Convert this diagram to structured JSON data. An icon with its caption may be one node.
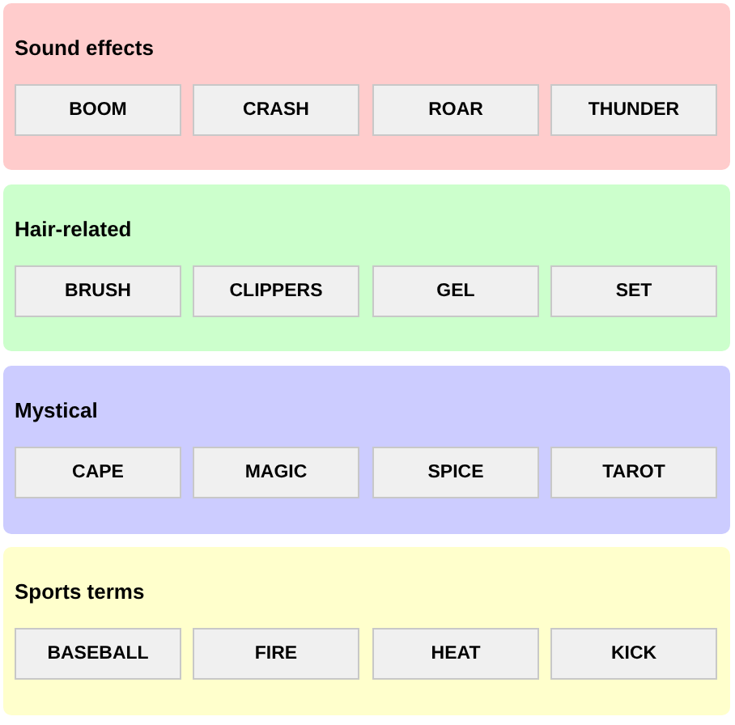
{
  "diagram": {
    "nodes": [
      {
        "text": [
          "Sound effects"
        ]
      },
      {
        "text": [
          "BOOM"
        ],
        "in": 0
      },
      {
        "text": [
          "CRASH"
        ],
        "in": 0
      },
      {
        "text": [
          "ROAR"
        ],
        "in": 0
      },
      {
        "text": [
          "THUNDER"
        ],
        "in": 0
      },
      {
        "text": [
          "Hair-related"
        ]
      },
      {
        "text": [
          "BRUSH"
        ],
        "in": 5
      },
      {
        "text": [
          "CLIPPERS"
        ],
        "in": 5
      },
      {
        "text": [
          "GEL"
        ],
        "in": 5
      },
      {
        "text": [
          "SET"
        ],
        "in": 5
      },
      {
        "text": [
          "Mystical"
        ]
      },
      {
        "text": [
          "CAPE"
        ],
        "in": 10
      },
      {
        "text": [
          "MAGIC"
        ],
        "in": 10
      },
      {
        "text": [
          "SPICE"
        ],
        "in": 10
      },
      {
        "text": [
          "TAROT"
        ],
        "in": 10
      },
      {
        "text": [
          "Sports terms"
        ]
      },
      {
        "text": [
          "BASEBALL"
        ],
        "in": 15
      },
      {
        "text": [
          "FIRE"
        ],
        "in": 15
      },
      {
        "text": [
          "HEAT"
        ],
        "in": 15
      },
      {
        "text": [
          "KICK"
        ],
        "in": 15
      }
    ]
  }
}
